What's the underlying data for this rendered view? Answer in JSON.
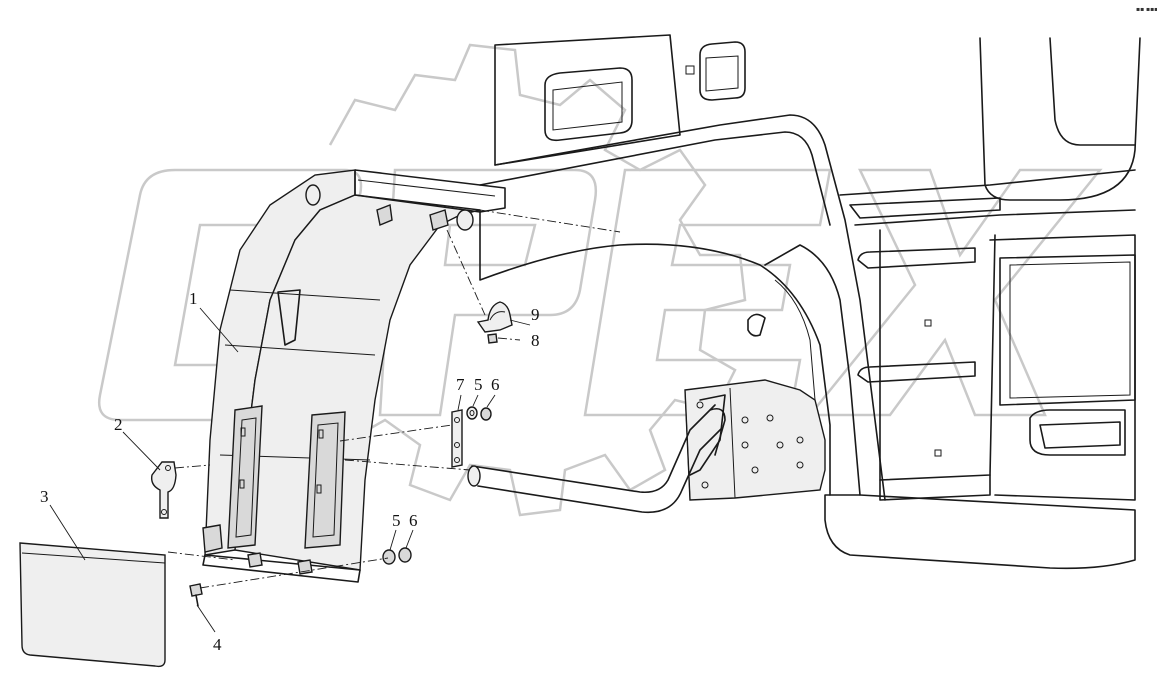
{
  "diagram": {
    "corner_text": "▪▪ ▪▪▪",
    "callouts": [
      {
        "id": "1",
        "label": "1"
      },
      {
        "id": "2",
        "label": "2"
      },
      {
        "id": "3",
        "label": "3"
      },
      {
        "id": "4",
        "label": "4"
      },
      {
        "id": "5a",
        "label": "5"
      },
      {
        "id": "6a",
        "label": "6"
      },
      {
        "id": "7",
        "label": "7"
      },
      {
        "id": "5b",
        "label": "5"
      },
      {
        "id": "6b",
        "label": "6"
      },
      {
        "id": "8",
        "label": "8"
      },
      {
        "id": "9",
        "label": "9"
      }
    ],
    "watermark_text": "OPEX"
  }
}
